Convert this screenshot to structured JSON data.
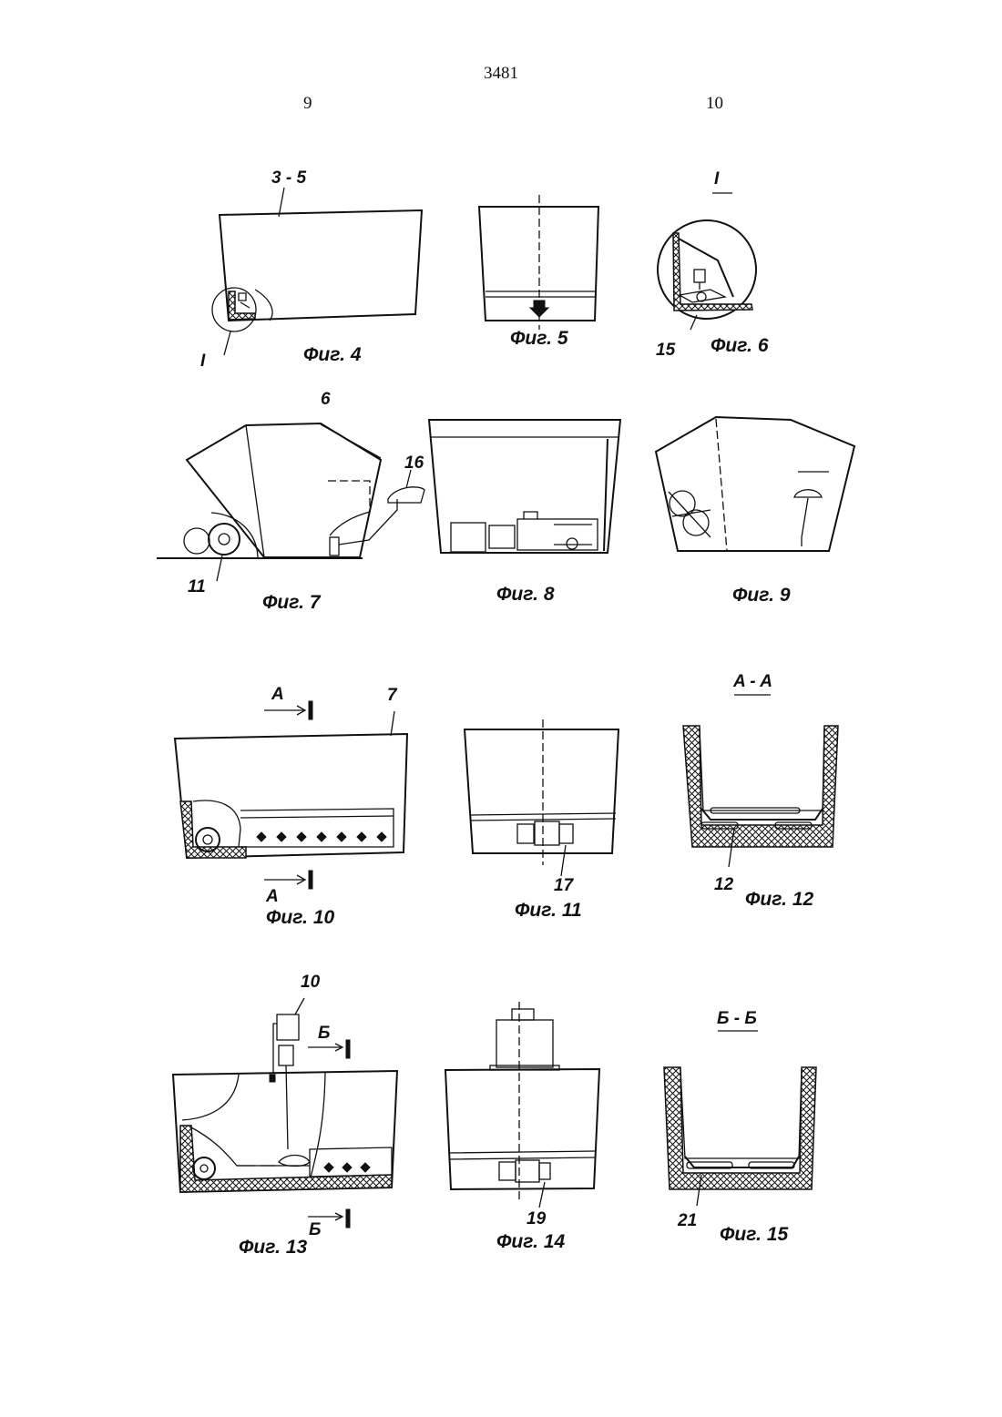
{
  "header": {
    "page_number": "3481",
    "col_left": "9",
    "col_right": "10"
  },
  "figures": [
    {
      "caption": "Фиг. 4",
      "labels": [
        "3 - 5",
        "I"
      ]
    },
    {
      "caption": "Фиг. 5",
      "labels": []
    },
    {
      "caption": "Фиг. 6",
      "labels": [
        "I",
        "15"
      ]
    },
    {
      "caption": "Фиг. 7",
      "labels": [
        "6",
        "16",
        "11"
      ]
    },
    {
      "caption": "Фиг. 8",
      "labels": []
    },
    {
      "caption": "Фиг. 9",
      "labels": []
    },
    {
      "caption": "Фиг. 10",
      "labels": [
        "A",
        "7",
        "A"
      ]
    },
    {
      "caption": "Фиг. 11",
      "labels": [
        "17"
      ]
    },
    {
      "caption": "Фиг. 12",
      "labels": [
        "A - A",
        "12"
      ]
    },
    {
      "caption": "Фиг. 13",
      "labels": [
        "10",
        "Б",
        "Б"
      ]
    },
    {
      "caption": "Фиг. 14",
      "labels": [
        "19"
      ]
    },
    {
      "caption": "Фиг. 15",
      "labels": [
        "Б - Б",
        "21"
      ]
    }
  ]
}
